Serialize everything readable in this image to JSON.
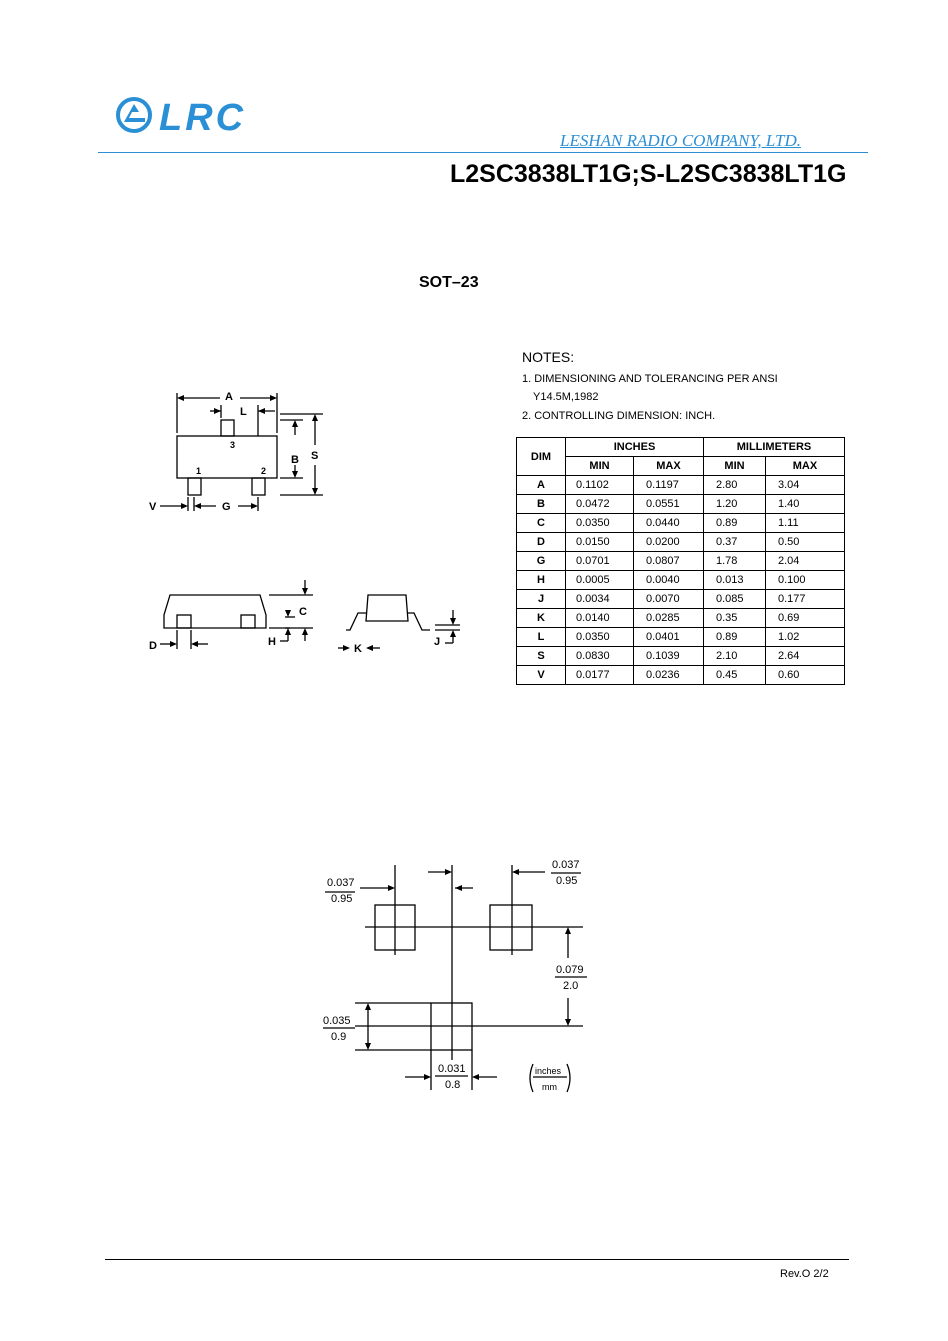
{
  "header": {
    "logo_text": "LRC",
    "company": "LESHAN RADIO COMPANY, LTD.",
    "part_number": "L2SC3838LT1G;S-L2SC3838LT1G"
  },
  "package": "SOT–23",
  "notes": {
    "title": "NOTES:",
    "line1": "1. DIMENSIONING AND TOLERANCING PER ANSI",
    "line1b": "Y14.5M,1982",
    "line2": "2. CONTROLLING DIMENSION: INCH."
  },
  "table": {
    "dim_header": "DIM",
    "inches_header": "INCHES",
    "mm_header": "MILLIMETERS",
    "min": "MIN",
    "max": "MAX",
    "rows": [
      {
        "dim": "A",
        "in_min": "0.1102",
        "in_max": "0.1197",
        "mm_min": "2.80",
        "mm_max": "3.04"
      },
      {
        "dim": "B",
        "in_min": "0.0472",
        "in_max": "0.0551",
        "mm_min": "1.20",
        "mm_max": "1.40"
      },
      {
        "dim": "C",
        "in_min": "0.0350",
        "in_max": "0.0440",
        "mm_min": "0.89",
        "mm_max": "1.11"
      },
      {
        "dim": "D",
        "in_min": "0.0150",
        "in_max": "0.0200",
        "mm_min": "0.37",
        "mm_max": "0.50"
      },
      {
        "dim": "G",
        "in_min": "0.0701",
        "in_max": "0.0807",
        "mm_min": "1.78",
        "mm_max": "2.04"
      },
      {
        "dim": "H",
        "in_min": "0.0005",
        "in_max": "0.0040",
        "mm_min": "0.013",
        "mm_max": "0.100"
      },
      {
        "dim": "J",
        "in_min": "0.0034",
        "in_max": "0.0070",
        "mm_min": "0.085",
        "mm_max": "0.177"
      },
      {
        "dim": "K",
        "in_min": "0.0140",
        "in_max": "0.0285",
        "mm_min": "0.35",
        "mm_max": "0.69"
      },
      {
        "dim": "L",
        "in_min": "0.0350",
        "in_max": "0.0401",
        "mm_min": "0.89",
        "mm_max": "1.02"
      },
      {
        "dim": "S",
        "in_min": "0.0830",
        "in_max": "0.1039",
        "mm_min": "2.10",
        "mm_max": "2.64"
      },
      {
        "dim": "V",
        "in_min": "0.0177",
        "in_max": "0.0236",
        "mm_min": "0.45",
        "mm_max": "0.60"
      }
    ]
  },
  "drawing_labels": {
    "A": "A",
    "L": "L",
    "B": "B",
    "S": "S",
    "V": "V",
    "G": "G",
    "C": "C",
    "D": "D",
    "H": "H",
    "K": "K",
    "J": "J",
    "pin1": "1",
    "pin2": "2",
    "pin3": "3"
  },
  "footprint": {
    "top_left_in": "0.037",
    "top_left_mm": "0.95",
    "top_right_in": "0.037",
    "top_right_mm": "0.95",
    "right_in": "0.079",
    "right_mm": "2.0",
    "left_in": "0.035",
    "left_mm": "0.9",
    "bottom_in": "0.031",
    "bottom_mm": "0.8",
    "unit_top": "inches",
    "unit_bottom": "mm"
  },
  "footer": {
    "revision": "Rev.O  2/2"
  },
  "colors": {
    "brand_blue": "#2b8fd6"
  }
}
